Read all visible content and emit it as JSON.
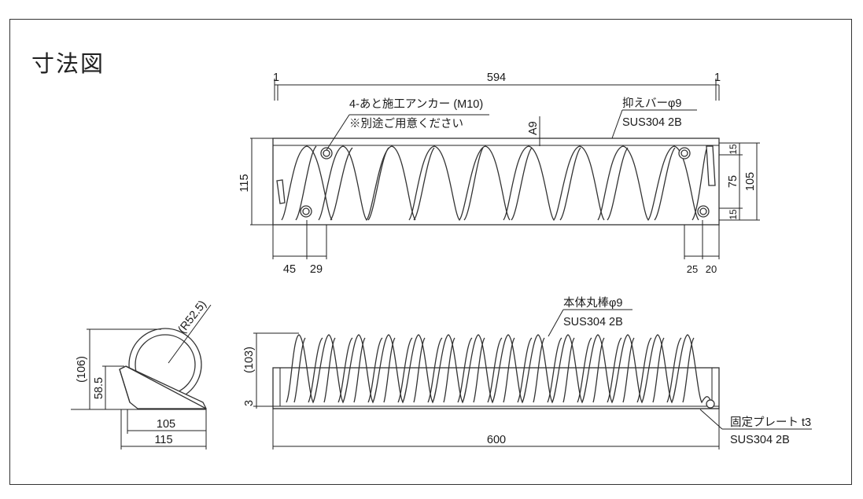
{
  "title": "寸法図",
  "top_view": {
    "dim_total": "594",
    "dim_left_end": "1",
    "dim_right_end": "1",
    "anchor_label": "4-あと施工アンカー (M10)",
    "anchor_note": "※別途ご用意ください",
    "bar_label": "抑えバーφ9",
    "bar_material": "SUS304 2B",
    "dim_a9": "A9",
    "dim_height": "115",
    "dim_right_15_top": "15",
    "dim_right_75": "75",
    "dim_right_15_bottom": "15",
    "dim_right_105": "105",
    "dim_bottom_45": "45",
    "dim_bottom_29": "29",
    "dim_bottom_25": "25",
    "dim_bottom_20": "20"
  },
  "side_view": {
    "dim_radius": "(R52.5)",
    "dim_total_height": "(106)",
    "dim_height": "58.5",
    "dim_105": "105",
    "dim_115": "115"
  },
  "front_view": {
    "rod_label": "本体丸棒φ9",
    "rod_material": "SUS304 2B",
    "dim_height": "(103)",
    "dim_3": "3",
    "dim_600": "600",
    "plate_label": "固定プレート t3",
    "plate_material": "SUS304 2B"
  }
}
